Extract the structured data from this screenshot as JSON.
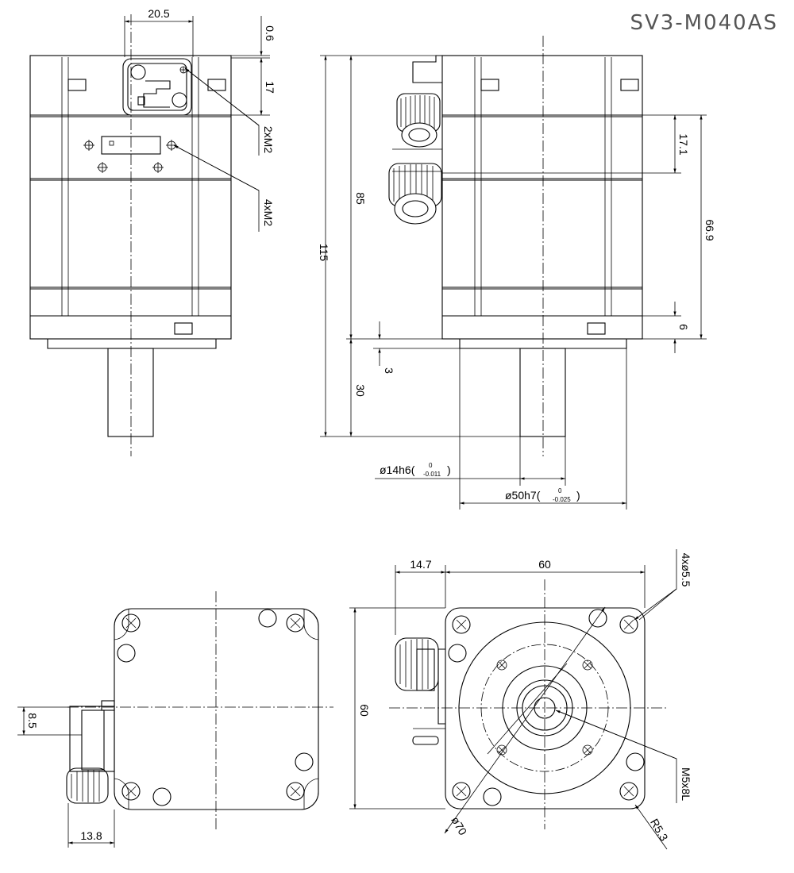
{
  "title": "SV3-M040AS",
  "dimensions": {
    "top_width": "20.5",
    "offset_0_6": "0.6",
    "height_17": "17",
    "thread_2": "2xM2",
    "thread_4": "4xM2",
    "length_115": "115",
    "length_85": "85",
    "shaft_30": "30",
    "pilot_3": "3",
    "conn_17_1": "17.1",
    "conn_66_9": "66.9",
    "flange_6": "6",
    "shaft_dia": "ø14h6(",
    "shaft_tol_hi": "0",
    "shaft_tol_lo": "-0.011",
    "pilot_dia": "ø50h7(",
    "pilot_tol_hi": "0",
    "pilot_tol_lo": "-0.025",
    "close_paren": ")",
    "conn_14_7": "14.7",
    "flange_60_w": "60",
    "flange_60_h": "60",
    "holes": "4xø5.5",
    "tap": "M5x8L",
    "pcd": "ø70",
    "corner_r": "R5.3",
    "offset_8_5": "8.5",
    "offset_13_8": "13.8"
  }
}
